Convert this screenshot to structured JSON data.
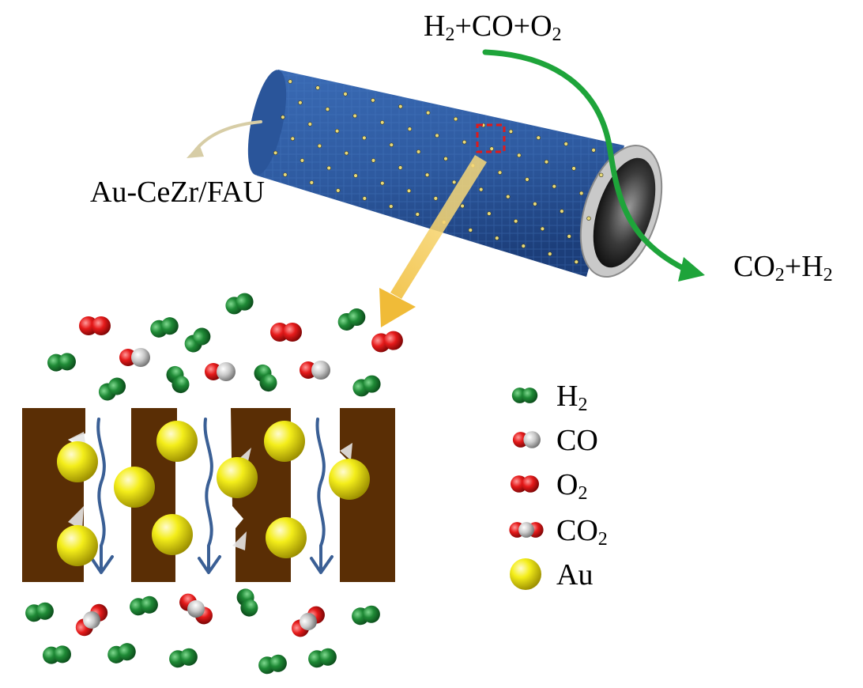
{
  "labels": {
    "feed": {
      "parts": [
        "H",
        "2",
        "+CO+O",
        "2",
        ""
      ]
    },
    "product": {
      "parts": [
        "CO",
        "2",
        "+H",
        "2",
        ""
      ]
    },
    "membrane": "Au-CeZr/FAU"
  },
  "legend": [
    {
      "species": "H2",
      "text": "H",
      "sub": "2",
      "icon": "h2-molecule-icon"
    },
    {
      "species": "CO",
      "text": "CO",
      "sub": "",
      "icon": "co-molecule-icon"
    },
    {
      "species": "O2",
      "text": "O",
      "sub": "2",
      "icon": "o2-molecule-icon"
    },
    {
      "species": "CO2",
      "text": "CO",
      "sub": "2",
      "icon": "co2-molecule-icon"
    },
    {
      "species": "Au",
      "text": "Au",
      "sub": "",
      "icon": "au-particle-icon"
    }
  ],
  "colors": {
    "tube": "#2f5fa6",
    "tube_dark": "#1d3f78",
    "tube_bore": "#1a1a1a",
    "tube_rim": "#c8c8c8",
    "green_arrow": "#1ea43a",
    "yellow_arrow": "#f3c64a",
    "tan_arrow": "#d7cda6",
    "pore_wall": "#5a2e05",
    "flow_arrow": "#3a5f95",
    "h2": "#1f7a32",
    "o2": "#e01a1a",
    "carbon": "#c9c9c9",
    "au": "#f2ea10",
    "highlight_box": "#e01a1a"
  }
}
